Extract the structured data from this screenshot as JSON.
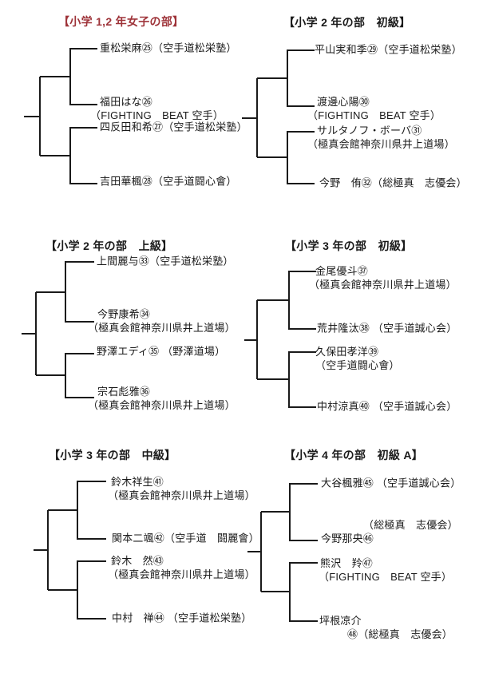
{
  "colors": {
    "background": "#ffffff",
    "text": "#1a1a1a",
    "bracket_lines": "#1a1a1a",
    "red_title": "#9e3339"
  },
  "brackets": [
    {
      "title": "【小学 1,2 年女子の部】",
      "entrants": [
        {
          "seed": 25,
          "line1": "重松栄麻㉕（空手道松栄塾）"
        },
        {
          "seed": 26,
          "line1": "福田はな㉖",
          "line2": "（FIGHTING　BEAT 空手）"
        },
        {
          "seed": 27,
          "line1": "四反田和希㉗（空手道松栄塾）"
        },
        {
          "seed": 28,
          "line1": "吉田華楓㉘（空手道闘心會）"
        }
      ]
    },
    {
      "title": "【小学 2 年の部　初級】",
      "entrants": [
        {
          "seed": 29,
          "line1": "平山実和季㉙（空手道松栄塾）"
        },
        {
          "seed": 30,
          "line1": "渡邊心陽㉚",
          "line2": "（FIGHTING　BEAT 空手）"
        },
        {
          "seed": 31,
          "line1": "サルタノフ・ボーバ㉛",
          "line2": "（極真会館神奈川県井上道場）"
        },
        {
          "seed": 32,
          "line1": "今野　侑㉜（総極真　志優会）"
        }
      ]
    },
    {
      "title": "【小学 2 年の部　上級】",
      "entrants": [
        {
          "seed": 33,
          "line1": "上間麗与㉝（空手道松栄塾）"
        },
        {
          "seed": 34,
          "line1": "今野康希㉞",
          "line2": "（極真会館神奈川県井上道場）"
        },
        {
          "seed": 35,
          "line1": "野澤エディ㉟ （野澤道場）"
        },
        {
          "seed": 36,
          "line1": "宗石彪雅㊱",
          "line2": "（極真会館神奈川県井上道場）"
        }
      ]
    },
    {
      "title": "【小学 3 年の部　初級】",
      "entrants": [
        {
          "seed": 37,
          "line1": "金尾優斗㊲",
          "line2": "（極真会館神奈川県井上道場）"
        },
        {
          "seed": 38,
          "line1": "荒井隆汰㊳ （空手道誠心会）"
        },
        {
          "seed": 39,
          "line1": "久保田孝洋㊴",
          "line2": "（空手道闘心會）"
        },
        {
          "seed": 40,
          "line1": "中村涼真㊵ （空手道誠心会）"
        }
      ]
    },
    {
      "title": "【小学 3 年の部　中級】",
      "entrants": [
        {
          "seed": 41,
          "line1": "鈴木祥生㊶",
          "line2": "（極真会館神奈川県井上道場）"
        },
        {
          "seed": 42,
          "line1": "関本二颯㊷（空手道　闘麗會）"
        },
        {
          "seed": 43,
          "line1": "鈴木　然㊸",
          "line2": "（極真会館神奈川県井上道場）"
        },
        {
          "seed": 44,
          "line1": "中村　禅㊹ （空手道松栄塾）"
        }
      ]
    },
    {
      "title": "【小学 4 年の部　初級 A】",
      "entrants": [
        {
          "seed": 45,
          "line1": "大谷楓雅㊺ （空手道誠心会）"
        },
        {
          "seed": 46,
          "line1": "（総極真　志優会）",
          "line2": "今野那央㊻"
        },
        {
          "seed": 47,
          "line1": "熊沢　羚㊼",
          "line2": "（FIGHTING　BEAT 空手）"
        },
        {
          "seed": 48,
          "line1": "坪根凉介",
          "line2": "㊽（総極真　志優会）"
        }
      ]
    }
  ]
}
